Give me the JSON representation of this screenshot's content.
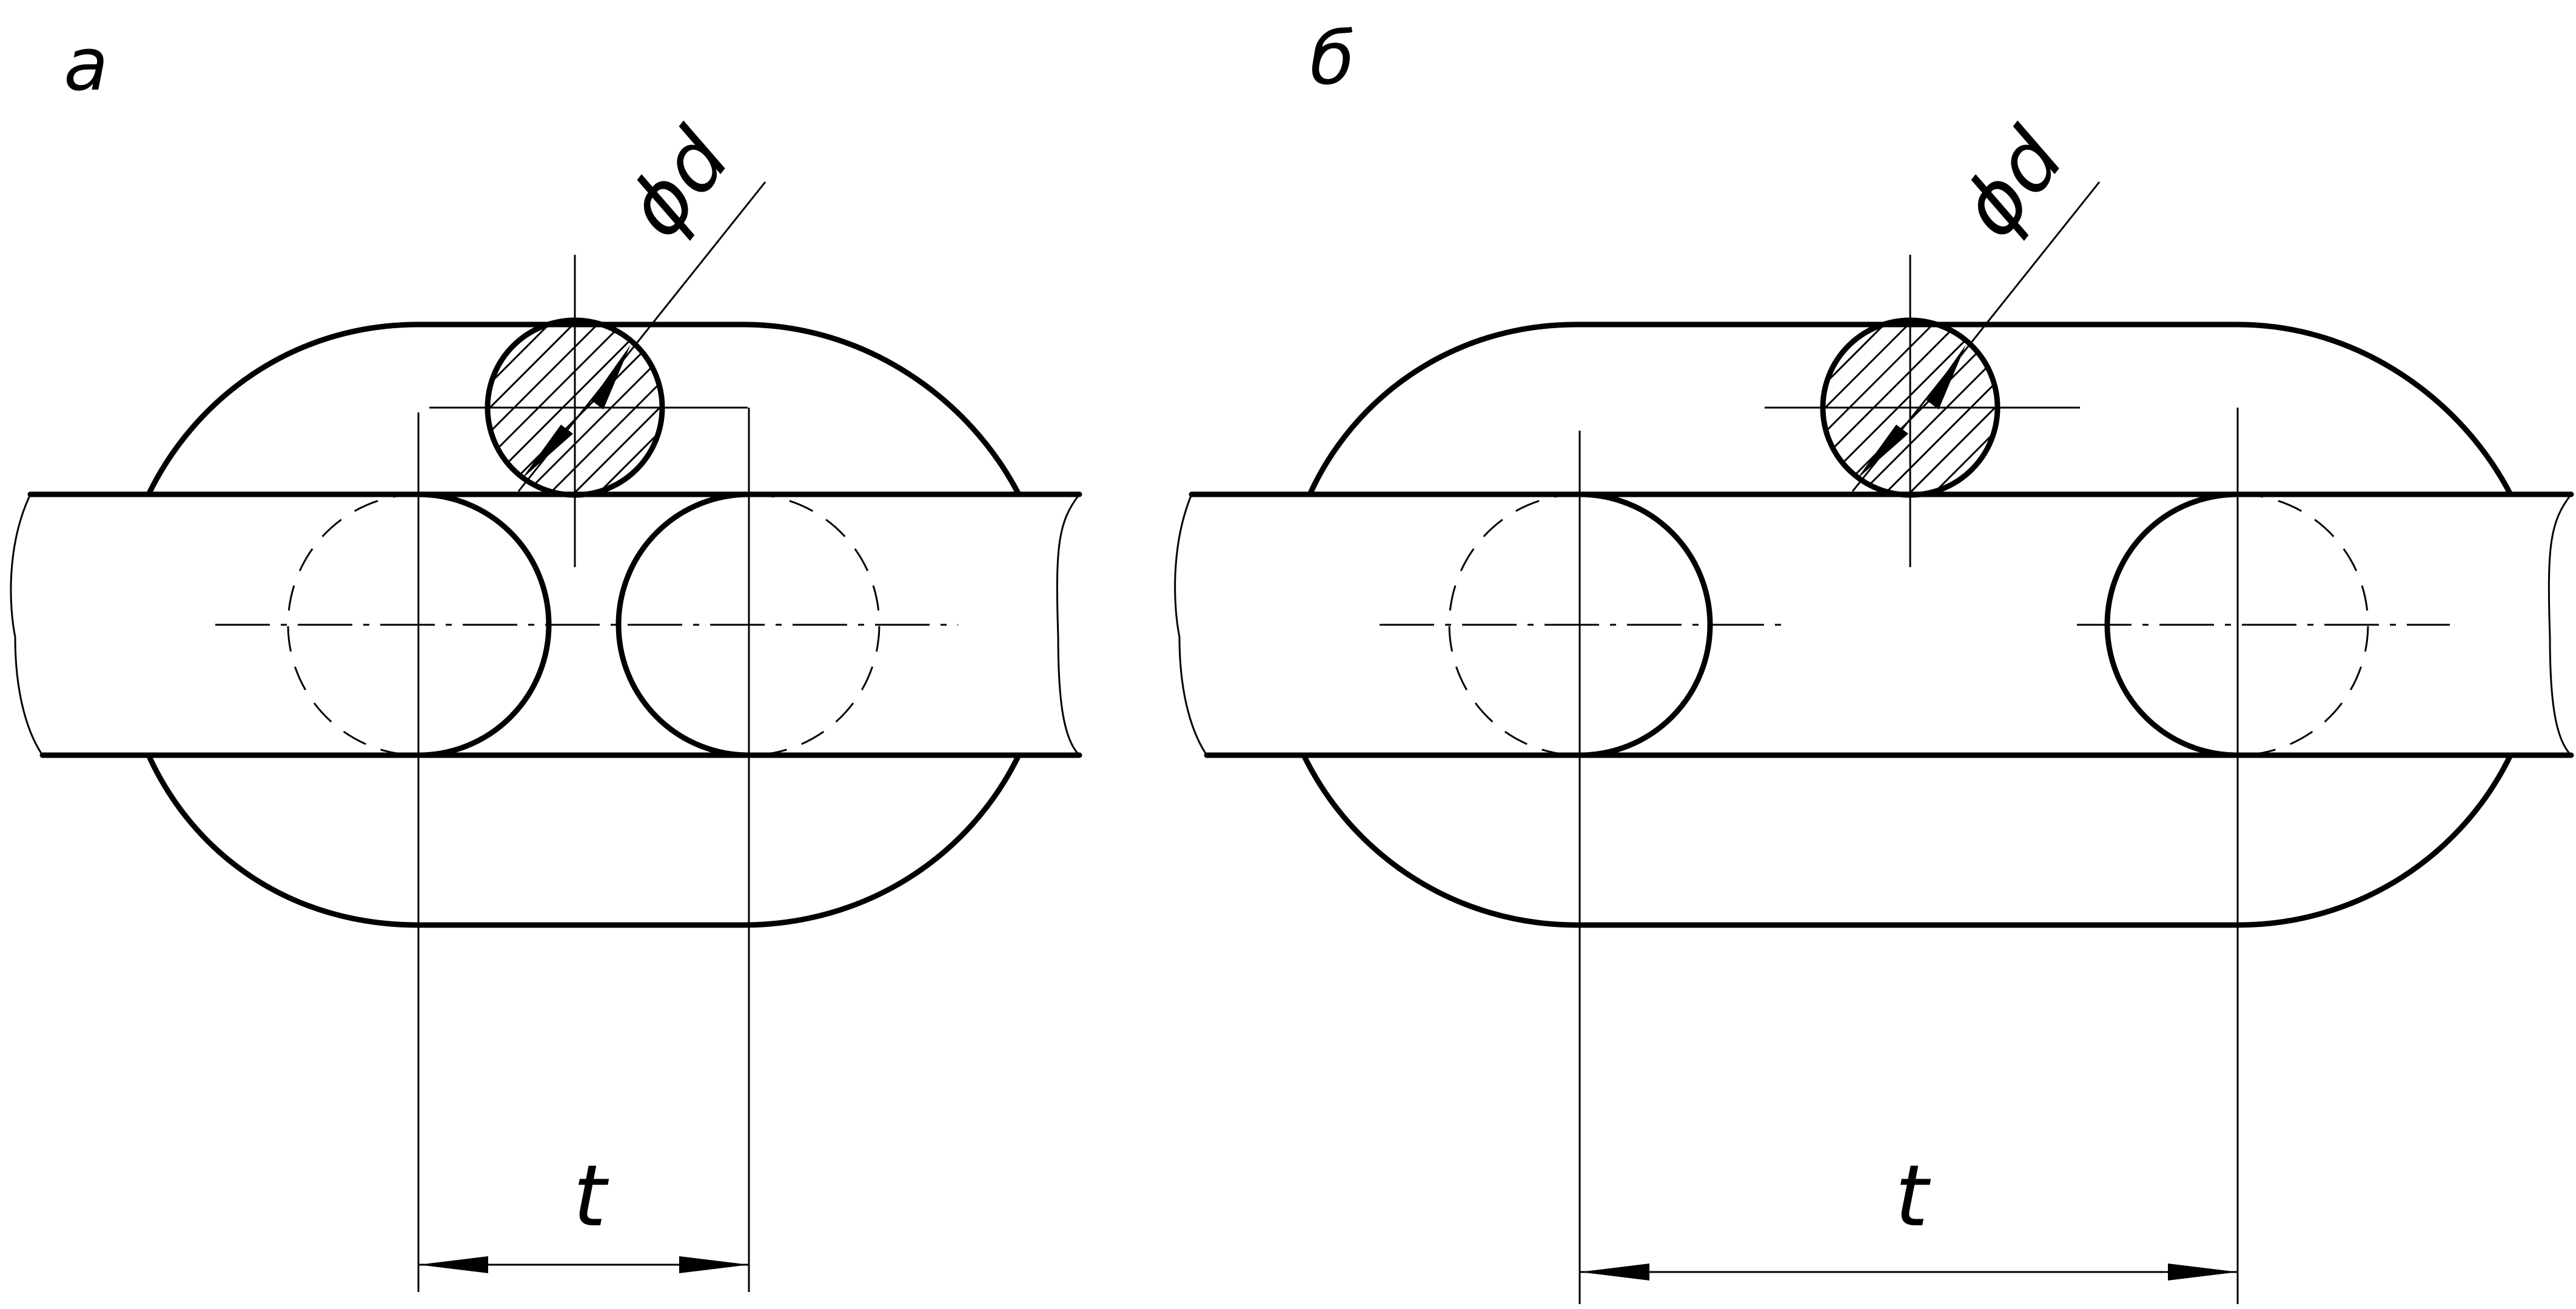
{
  "figures": [
    {
      "label": "а",
      "pitch_label": "t",
      "diameter_label": "ϕd"
    },
    {
      "label": "б",
      "pitch_label": "t",
      "diameter_label": "ϕd"
    }
  ]
}
